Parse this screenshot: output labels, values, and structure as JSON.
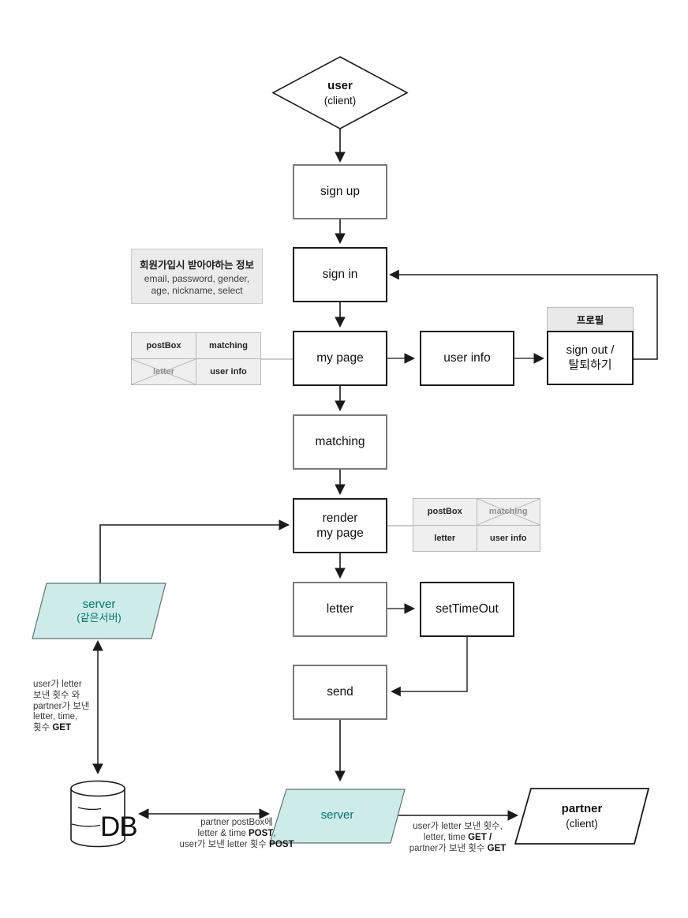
{
  "colors": {
    "server_fill": "#cdebe8",
    "server_text": "#00756a",
    "gray_box_border": "#7a7a7a",
    "black_box_border": "#1c1c1c",
    "note_fill": "#ebebeb",
    "grid_fill": "#efefef",
    "line": "#1a1a1a"
  },
  "nodes": {
    "user": {
      "title": "user",
      "subtitle": "(client)"
    },
    "sign_up": "sign up",
    "sign_in": "sign in",
    "my_page": "my page",
    "matching": "matching",
    "render_my_page": "render\nmy page",
    "letter": "letter",
    "send": "send",
    "user_info": "user info",
    "set_timeout": "setTimeOut",
    "profile_header": "프로필",
    "sign_out": "sign out /\n탈퇴하기",
    "server_same": {
      "title": "server",
      "subtitle": "(같은서버)"
    },
    "server": "server",
    "partner": {
      "title": "partner",
      "subtitle": "(client)"
    },
    "db": "DB"
  },
  "note_signup": {
    "title": "회원가입시 받아야하는 정보",
    "line1": "email, password, gender,",
    "line2": "age, nickname, select"
  },
  "grid_my_page": {
    "cells": [
      "postBox",
      "matching",
      "letter",
      "user info"
    ],
    "crossed_cell": "letter"
  },
  "grid_render": {
    "cells": [
      "postBox",
      "matching",
      "letter",
      "user info"
    ],
    "crossed_cell": "matching"
  },
  "annotations": {
    "db_get": {
      "l1": "user가 letter",
      "l2": "보낸 횟수 와",
      "l3": "partner가 보낸",
      "l4": "letter, time,",
      "l5": "횟수 ",
      "l5b": "GET"
    },
    "db_post": {
      "l1": "partner postBox에",
      "l2": "letter & time ",
      "l2b": "POST",
      "l2c": ",",
      "l3": "user가 보낸 letter 횟수 ",
      "l3b": "POST"
    },
    "partner_get": {
      "l1": "user가 letter 보낸 횟수,",
      "l2": "letter, time ",
      "l2b": "GET /",
      "l3": "partner가 보낸 횟수 ",
      "l3b": "GET"
    }
  }
}
